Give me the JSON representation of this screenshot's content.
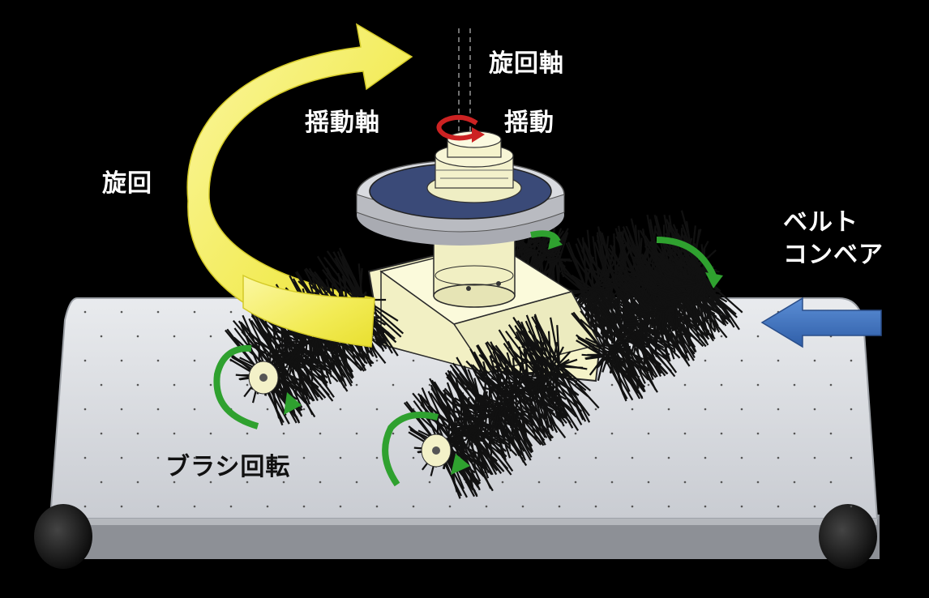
{
  "labels": {
    "rotation": "旋回",
    "swing_axis": "揺動軸",
    "rotation_axis": "旋回軸",
    "swing": "揺動",
    "belt_line1": "ベルト",
    "belt_line2": "コンベア",
    "brush_rotation": "ブラシ回転"
  },
  "colors": {
    "background": "#000000",
    "belt": "#dcdee2",
    "head_body": "#f5f3c8",
    "disc_outer": "#d9dbe0",
    "disc_inner": "#3a4a78",
    "rotation_arrow": "#f4ee6e",
    "brush_arrow": "#2fa12f",
    "swing_arrow": "#cc2222",
    "conveyor_arrow": "#3f73c4",
    "bristle": "#111111"
  },
  "icons": {
    "rotation_arrow": "curved-arrow-icon",
    "conveyor_arrow": "left-arrow-icon",
    "swing_arrow": "circular-arrow-icon",
    "brush_arrow": "circular-arrow-icon"
  }
}
